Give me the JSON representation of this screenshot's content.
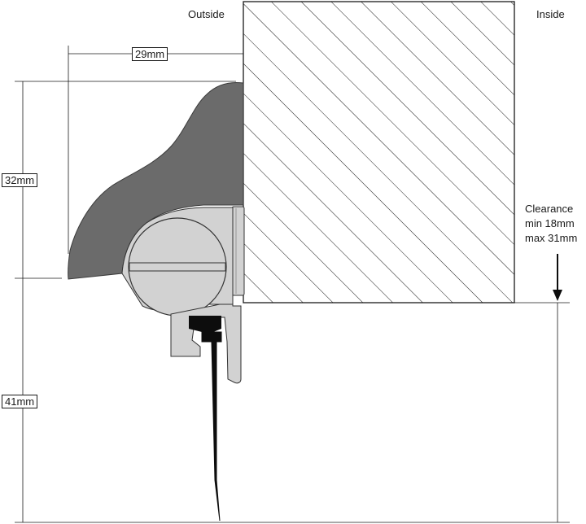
{
  "labels": {
    "outside": "Outside",
    "inside": "Inside",
    "clearance_title": "Clearance",
    "clearance_min": "min 18mm",
    "clearance_max": "max 31mm"
  },
  "dimensions": {
    "width_top": "29mm",
    "height_profile": "32mm",
    "height_lower": "41mm"
  },
  "colors": {
    "profile_grey": "#6b6b6b",
    "aluminium": "#d2d2d2",
    "brush_black": "#0d0d0d",
    "line": "#1a1a1a"
  }
}
